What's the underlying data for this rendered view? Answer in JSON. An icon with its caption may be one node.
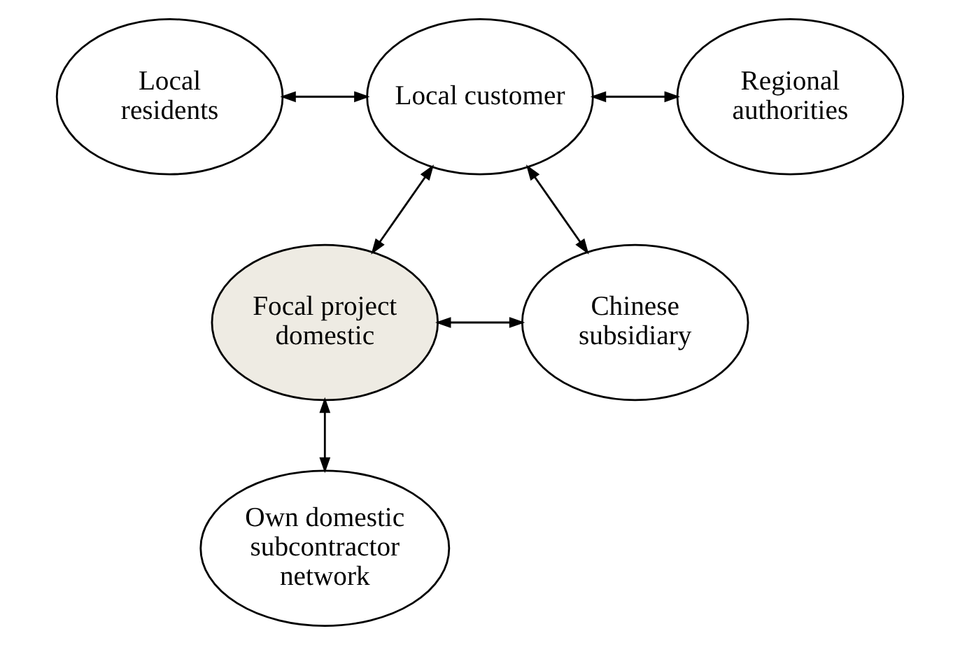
{
  "diagram": {
    "nodes": [
      {
        "text": [
          "Local customer"
        ]
      },
      {
        "text": [
          "Local residents"
        ]
      },
      {
        "text": [
          "Regional authorities"
        ]
      },
      {
        "text": [
          "Focal project domestic"
        ]
      },
      {
        "text": [
          "Chinese subsidiary"
        ]
      },
      {
        "text": [
          "Own domestic subcontractor network"
        ]
      }
    ],
    "edges": [
      {
        "from": 1,
        "to": 0,
        "arrow": "both"
      },
      {
        "from": 0,
        "to": 2,
        "arrow": "both"
      },
      {
        "from": 0,
        "to": 3,
        "arrow": "both"
      },
      {
        "from": 0,
        "to": 4,
        "arrow": "both"
      },
      {
        "from": 3,
        "to": 4,
        "arrow": "both"
      },
      {
        "from": 3,
        "to": 5,
        "arrow": "both"
      }
    ]
  }
}
